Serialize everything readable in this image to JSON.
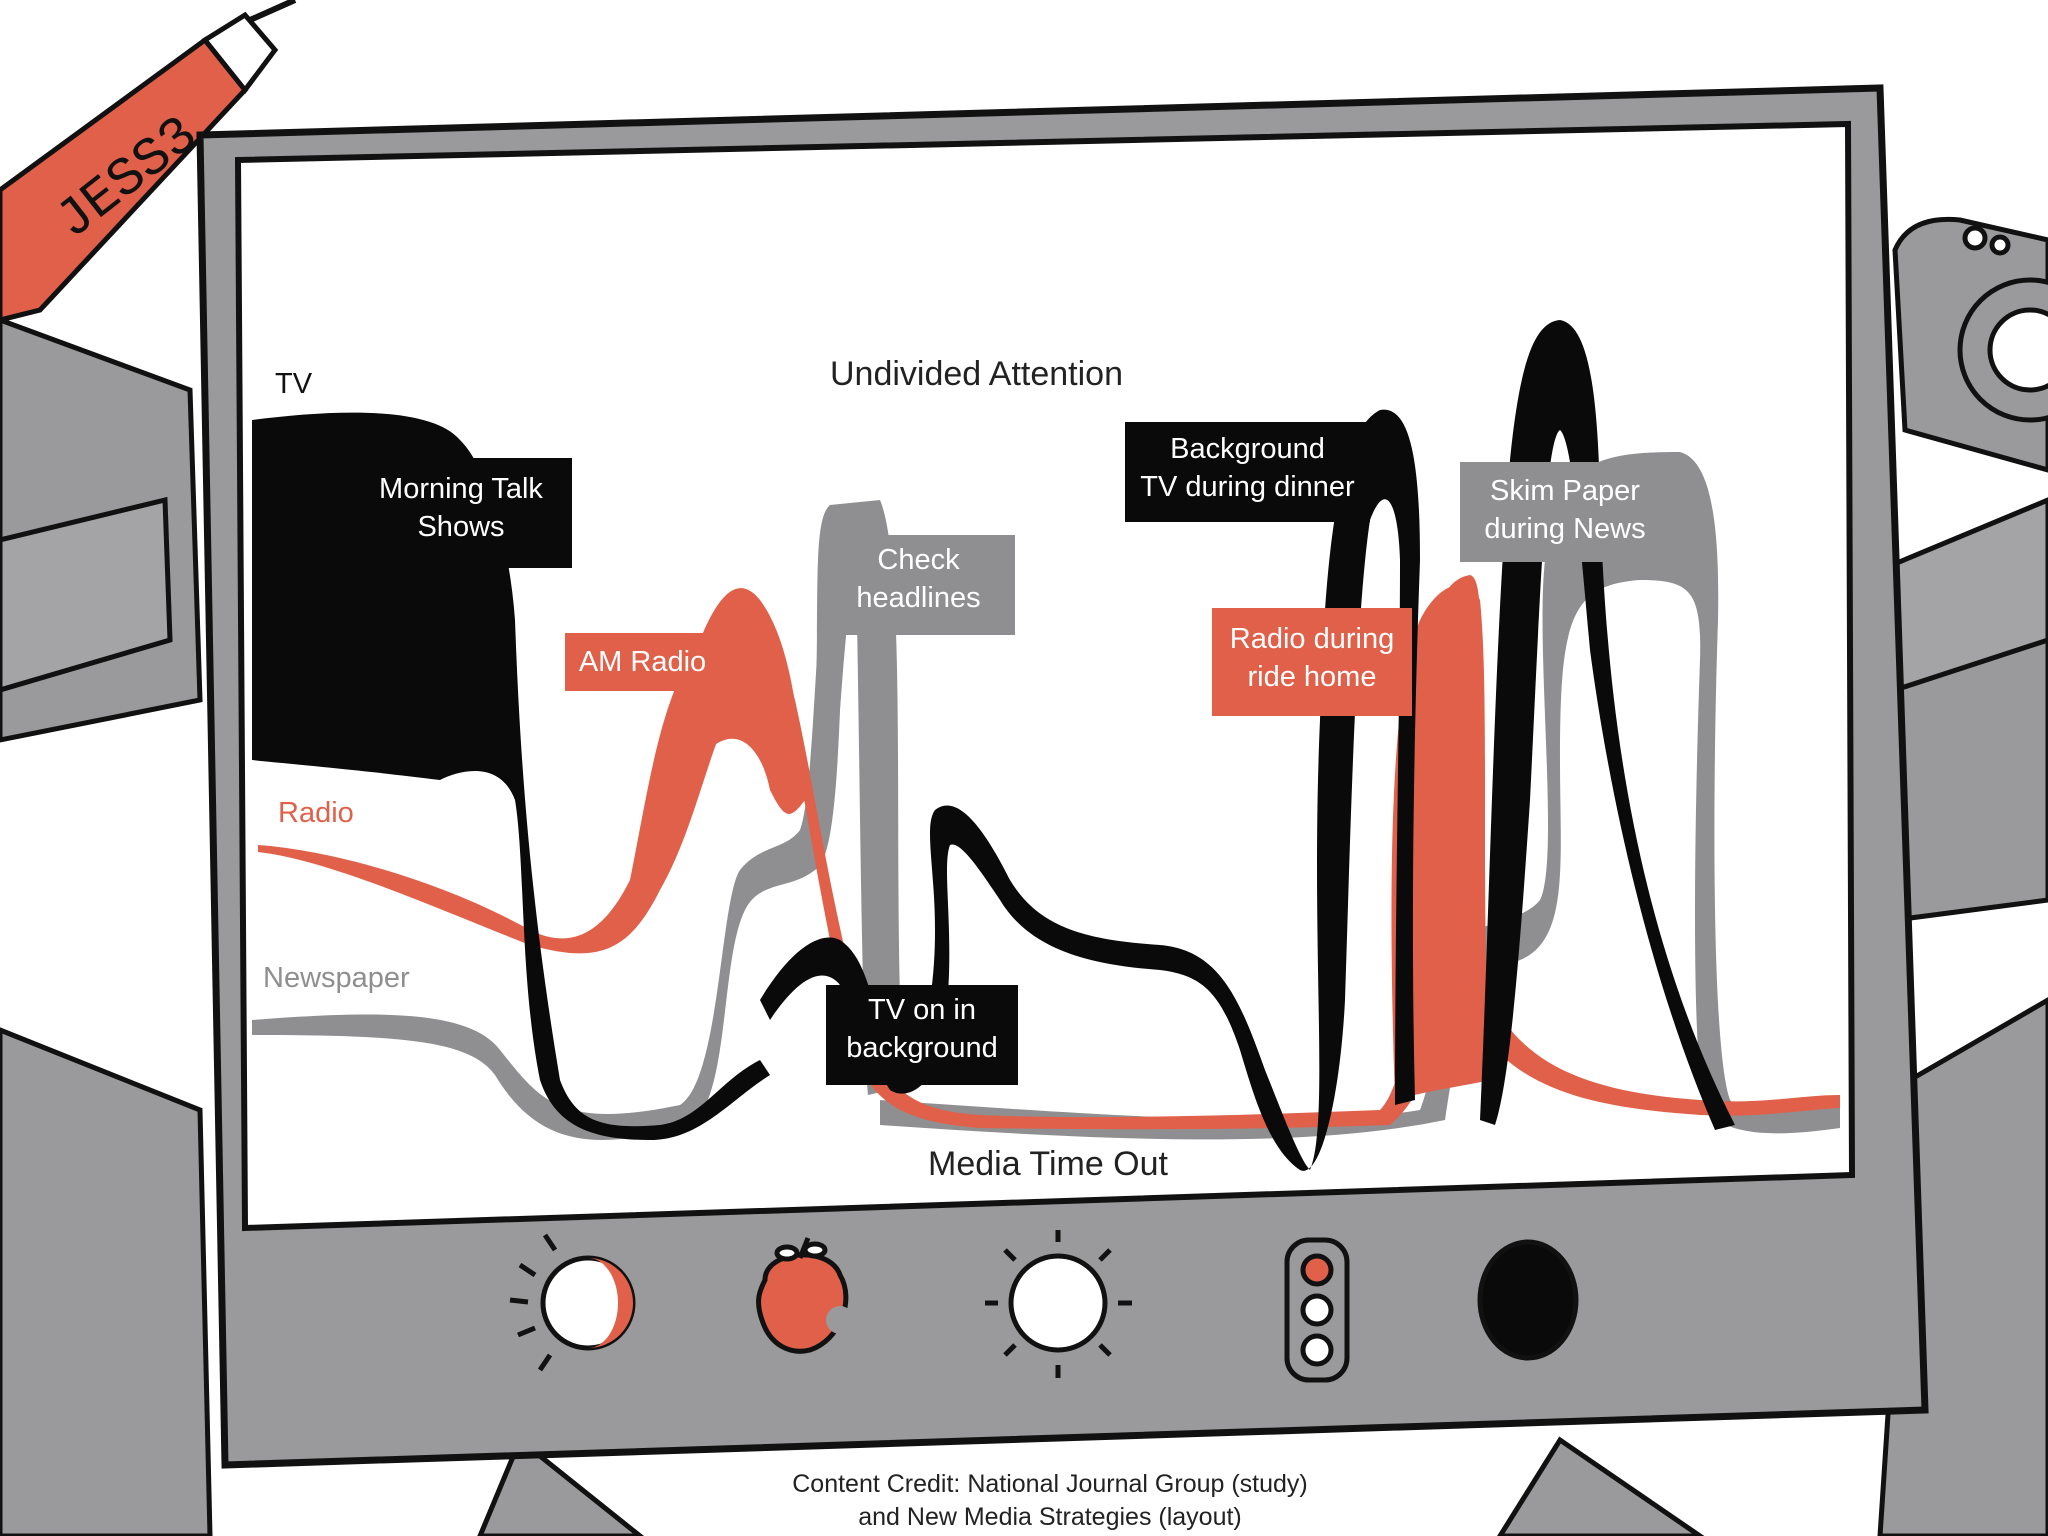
{
  "colors": {
    "tv": "#0a0a0a",
    "radio": "#e0604a",
    "newspaper": "#8f8f91",
    "frame": "#9a9a9c",
    "screen": "#ffffff",
    "outline": "#111111"
  },
  "diagram": {
    "top_label": "Undivided Attention",
    "bottom_label": "Media Time Out",
    "series": {
      "tv": "TV",
      "radio": "Radio",
      "newspaper": "Newspaper"
    },
    "callouts": {
      "morning_talk": [
        "Morning Talk",
        "Shows"
      ],
      "am_radio": "AM Radio",
      "check_headlines": [
        "Check",
        "headlines"
      ],
      "tv_background": [
        "TV on in",
        "background"
      ],
      "bg_tv_dinner": [
        "Background",
        "TV during dinner"
      ],
      "radio_ride_home": [
        "Radio during",
        "ride home"
      ],
      "skim_paper": [
        "Skim Paper",
        "during News"
      ]
    },
    "time_icons": [
      "crescent-moon-icon",
      "apple-icon",
      "sun-icon",
      "traffic-light-icon",
      "full-moon-icon"
    ]
  },
  "logo": "JESS3",
  "credit": {
    "line1": "Content Credit: National Journal Group (study)",
    "line2": "and New Media Strategies (layout)"
  }
}
